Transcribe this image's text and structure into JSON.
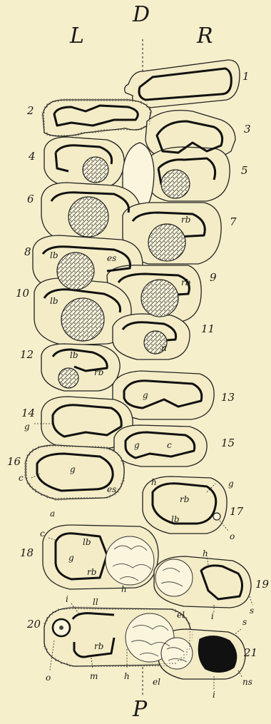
{
  "orientation": {
    "dorsal": "D",
    "left": "L",
    "right": "R",
    "posterior": "P"
  },
  "section_numbers": [
    "1",
    "2",
    "3",
    "4",
    "5",
    "6",
    "7",
    "8",
    "9",
    "10",
    "11",
    "12",
    "13",
    "14",
    "15",
    "16",
    "17",
    "18",
    "19",
    "20",
    "21"
  ],
  "part_labels": {
    "rb": "rb",
    "lb": "lb",
    "g": "g",
    "c": "c",
    "es": "es",
    "h": "h",
    "o": "o",
    "a": "a",
    "n": "n",
    "i": "i",
    "s": "s",
    "ll": "ll",
    "el": "el",
    "m": "m",
    "ns": "ns"
  },
  "colors": {
    "paper": "#f6efcb",
    "ink": "#1a1a1a",
    "wall_fill": "#f3ecc6"
  }
}
